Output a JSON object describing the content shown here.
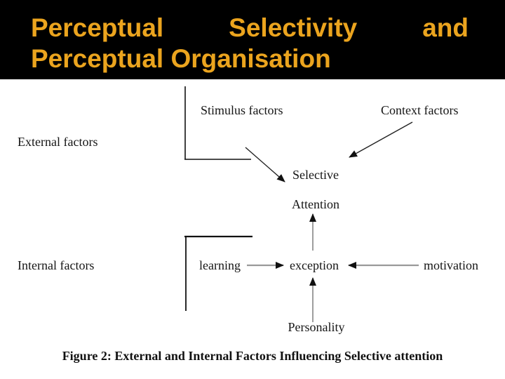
{
  "slide": {
    "title": {
      "word1": "Perceptual",
      "word2": "Selectivity",
      "word3": "and",
      "line2": "Perceptual Organisation"
    },
    "colors": {
      "header_bg": "#000000",
      "title_text": "#EBA41E",
      "body_bg": "#FFFFFF",
      "diagram_text": "#161616",
      "wire_gray": "#8a8a8a",
      "wire_black": "#111111"
    }
  },
  "diagram": {
    "labels": {
      "external": "External factors",
      "stimulus": "Stimulus factors",
      "context": "Context factors",
      "selective_line1": "Selective",
      "selective_line2": "Attention",
      "internal": "Internal factors",
      "learning": "learning",
      "exception": "exception",
      "motivation": "motivation",
      "personality": "Personality"
    },
    "caption": "Figure 2: External and Internal Factors Influencing Selective attention"
  }
}
